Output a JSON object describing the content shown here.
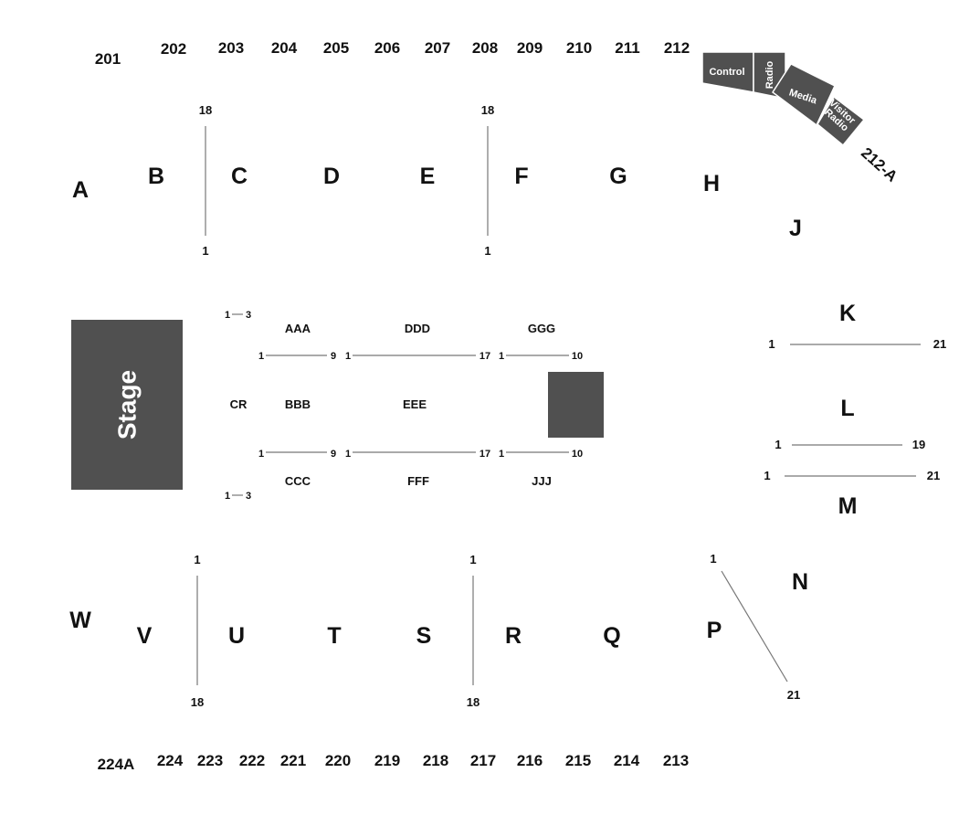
{
  "sections_top": [
    "201",
    "202",
    "203",
    "204",
    "205",
    "206",
    "207",
    "208",
    "209",
    "210",
    "211",
    "212"
  ],
  "sections_bottom": [
    "224A",
    "224",
    "223",
    "222",
    "221",
    "220",
    "219",
    "218",
    "217",
    "216",
    "215",
    "214",
    "213"
  ],
  "booths": {
    "control": "Control",
    "radio": "Radio",
    "media": "Media",
    "visitor_radio": "Visitor\nRadio",
    "section_212a": "212-A"
  },
  "floor_top": [
    "A",
    "B",
    "C",
    "D",
    "E",
    "F",
    "G",
    "H",
    "J"
  ],
  "floor_right": [
    "K",
    "L",
    "M",
    "N"
  ],
  "floor_bottom": [
    "W",
    "V",
    "U",
    "T",
    "S",
    "R",
    "Q",
    "P"
  ],
  "stage": {
    "label": "Stage"
  },
  "pit": {
    "cr": "CR",
    "rows": [
      "AAA",
      "BBB",
      "CCC",
      "DDD",
      "EEE",
      "FFF",
      "GGG",
      "JJJ"
    ],
    "cr_seat_range": [
      "1",
      "3"
    ],
    "seat_counts": {
      "aaa_ccc": [
        "1",
        "9"
      ],
      "ddd_fff": [
        "1",
        "17"
      ],
      "ggg_jjj": [
        "1",
        "10"
      ]
    }
  },
  "seat_marks": {
    "top_aisle": [
      "18",
      "1"
    ],
    "bottom_aisle": [
      "1",
      "18"
    ],
    "k_row": [
      "1",
      "21"
    ],
    "l_row": [
      "1",
      "19"
    ],
    "m_row": [
      "1",
      "21"
    ],
    "p_row": [
      "1",
      "21"
    ]
  },
  "colors": {
    "dark_fill": "#505050",
    "line": "#777777",
    "text": "#111111"
  }
}
